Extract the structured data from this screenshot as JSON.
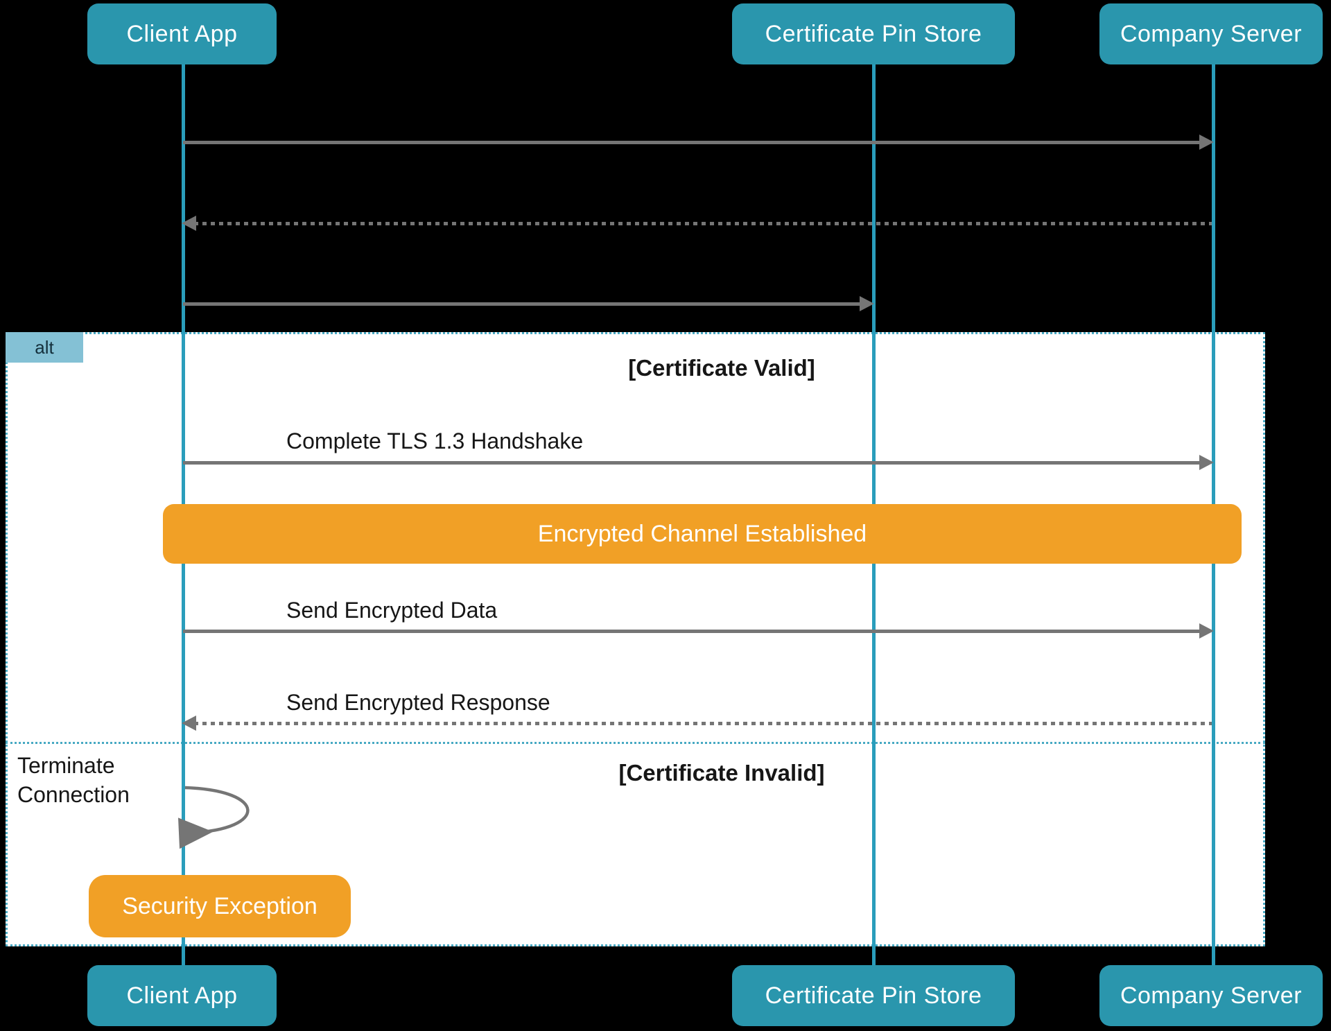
{
  "colors": {
    "background": "#000000",
    "frame_bg": "#FFFFFF",
    "frame_border": "#47A9C3",
    "teal": "#2A96AD",
    "teal_line": "#2A9DBB",
    "teal_light": "#84C1D5",
    "orange": "#F1A026",
    "arrow_gray": "#757575",
    "text_dark": "#161616",
    "note_text": "#FFFFFF"
  },
  "actors": {
    "client": "Client App",
    "pin_store": "Certificate Pin Store",
    "server": "Company Server"
  },
  "alt": {
    "label": "alt",
    "valid_condition": "[Certificate Valid]",
    "invalid_condition": "[Certificate Invalid]"
  },
  "messages": {
    "complete_handshake": "Complete TLS 1.3 Handshake",
    "send_data": "Send Encrypted Data",
    "send_response": "Send Encrypted Response",
    "terminate": "Terminate Connection"
  },
  "notes": {
    "encrypted_channel": "Encrypted Channel Established",
    "security_exception": "Security Exception"
  }
}
